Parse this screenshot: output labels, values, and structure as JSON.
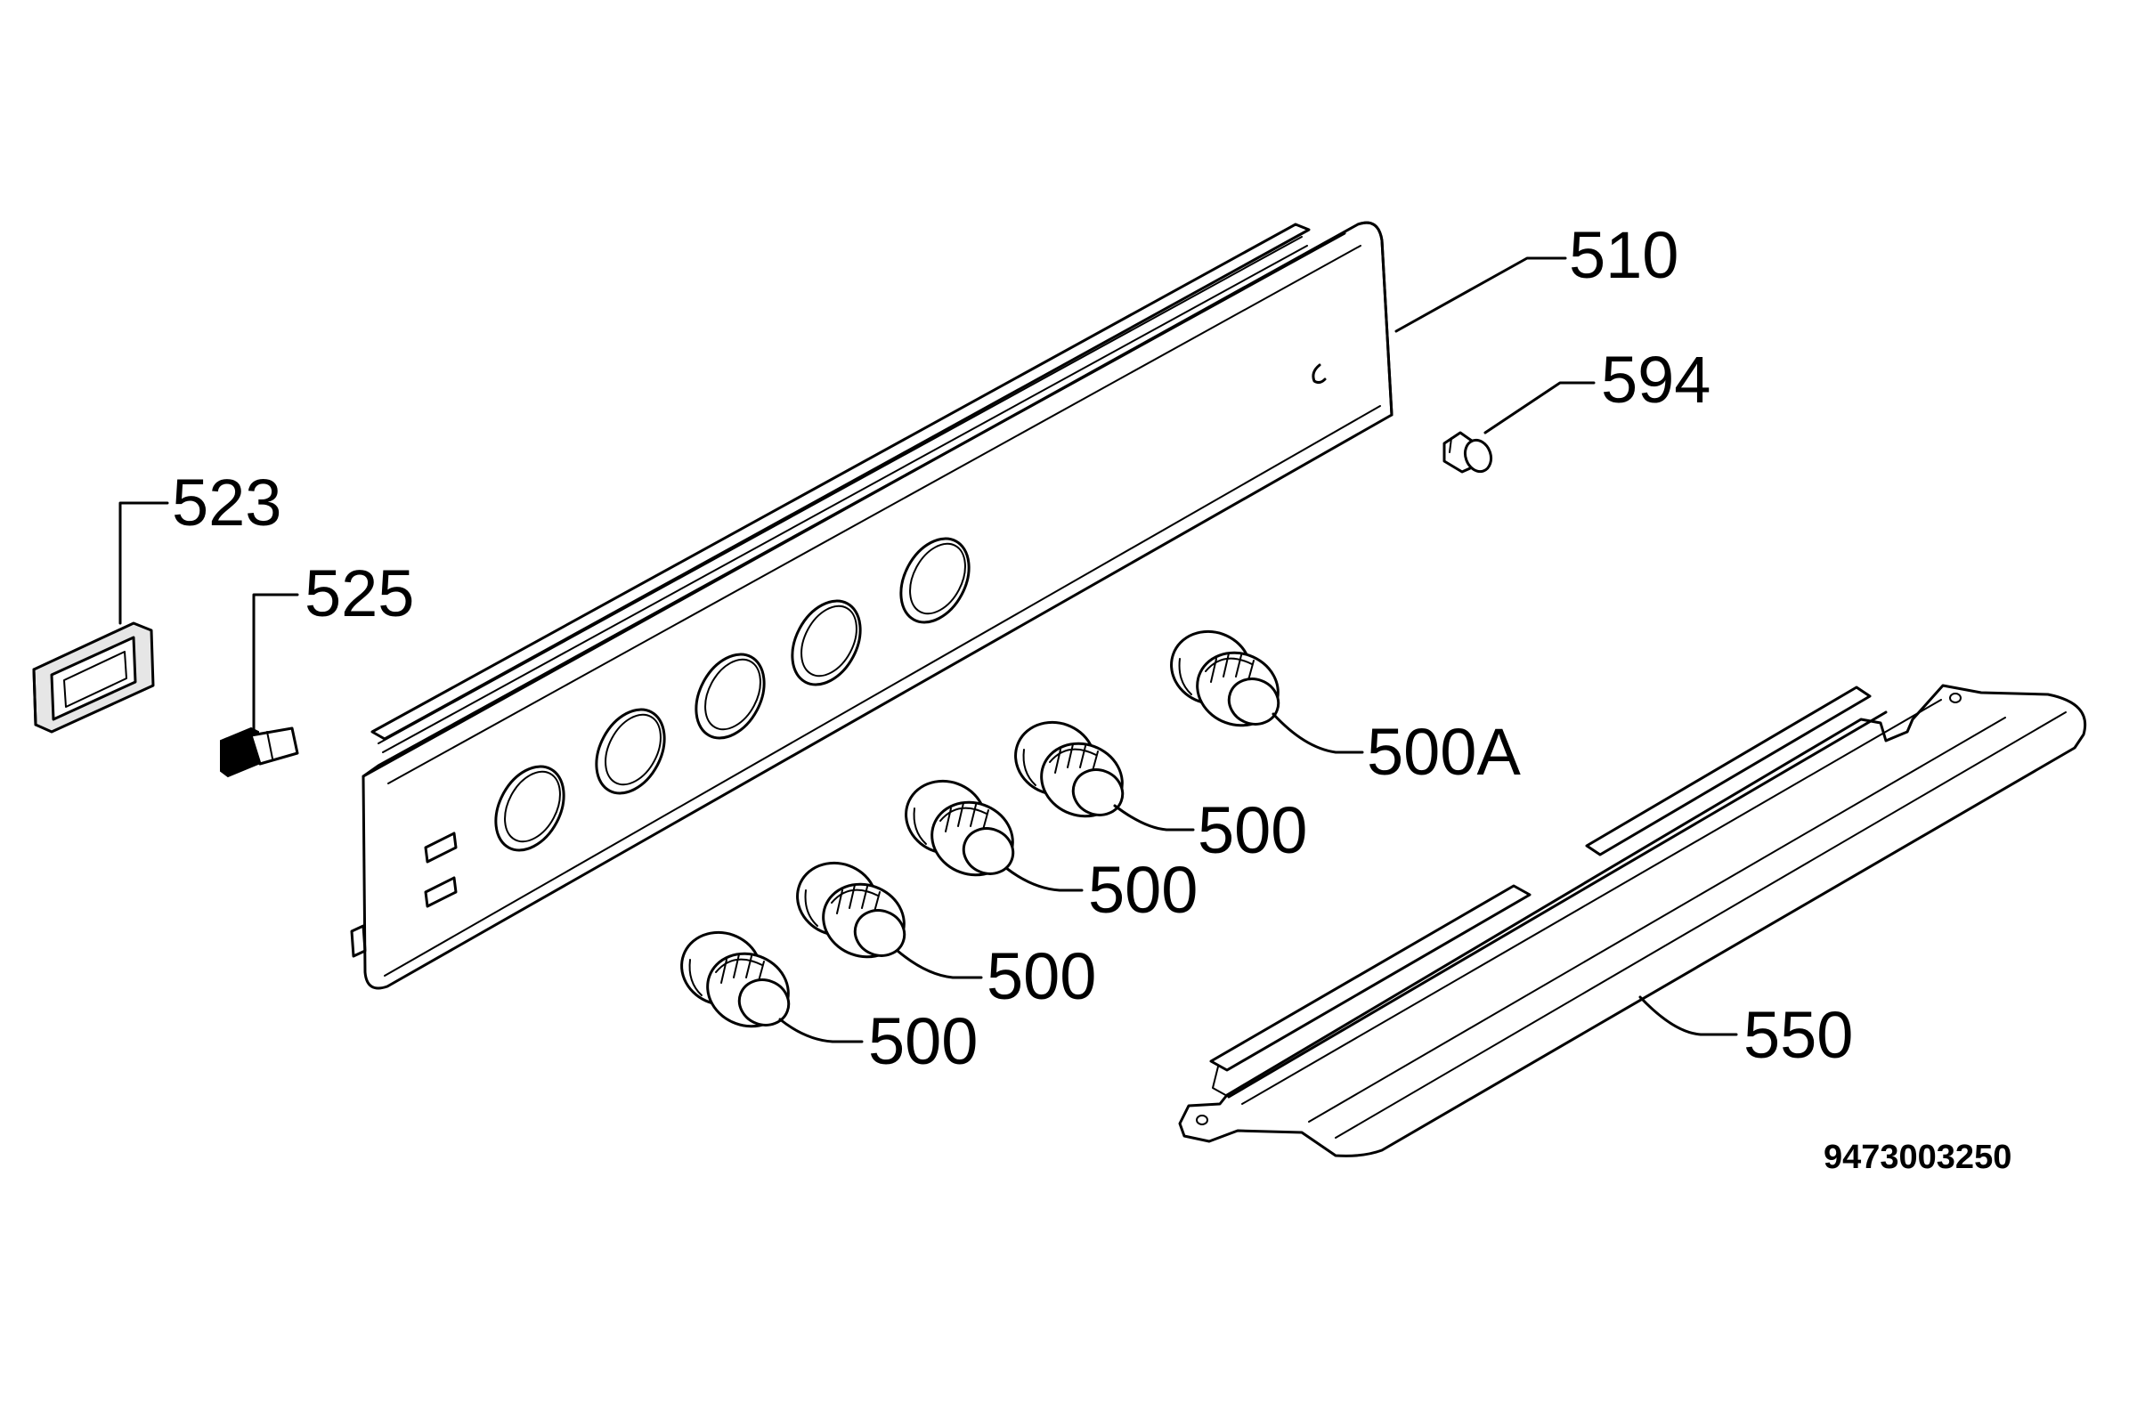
{
  "parts": [
    {
      "id": "510"
    },
    {
      "id": "594"
    },
    {
      "id": "523"
    },
    {
      "id": "525"
    },
    {
      "id": "500A"
    },
    {
      "id": "500"
    },
    {
      "id": "550"
    }
  ],
  "labels": {
    "p510": "510",
    "p594": "594",
    "p523": "523",
    "p525": "525",
    "p500a": "500A",
    "p500_1": "500",
    "p500_2": "500",
    "p500_3": "500",
    "p500_4": "500",
    "p550": "550"
  },
  "drawing_number": "9473003250"
}
